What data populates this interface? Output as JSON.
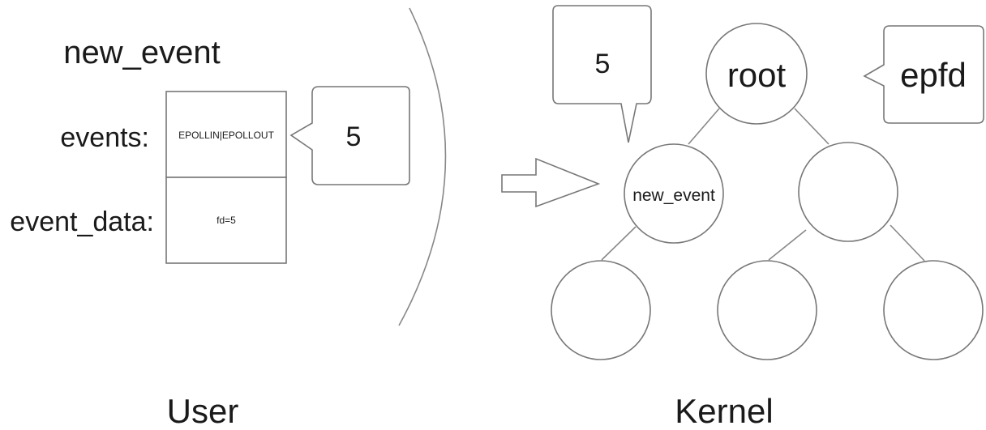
{
  "user": {
    "struct_title": "new_event",
    "events_label": "events:",
    "events_value": "EPOLLIN|EPOLLOUT",
    "data_label": "event_data:",
    "data_value": "fd=5",
    "callout_value": "5",
    "section_label": "User"
  },
  "kernel": {
    "root_label": "root",
    "new_event_label": "new_event",
    "callout_value": "5",
    "epfd_label": "epfd",
    "section_label": "Kernel"
  }
}
